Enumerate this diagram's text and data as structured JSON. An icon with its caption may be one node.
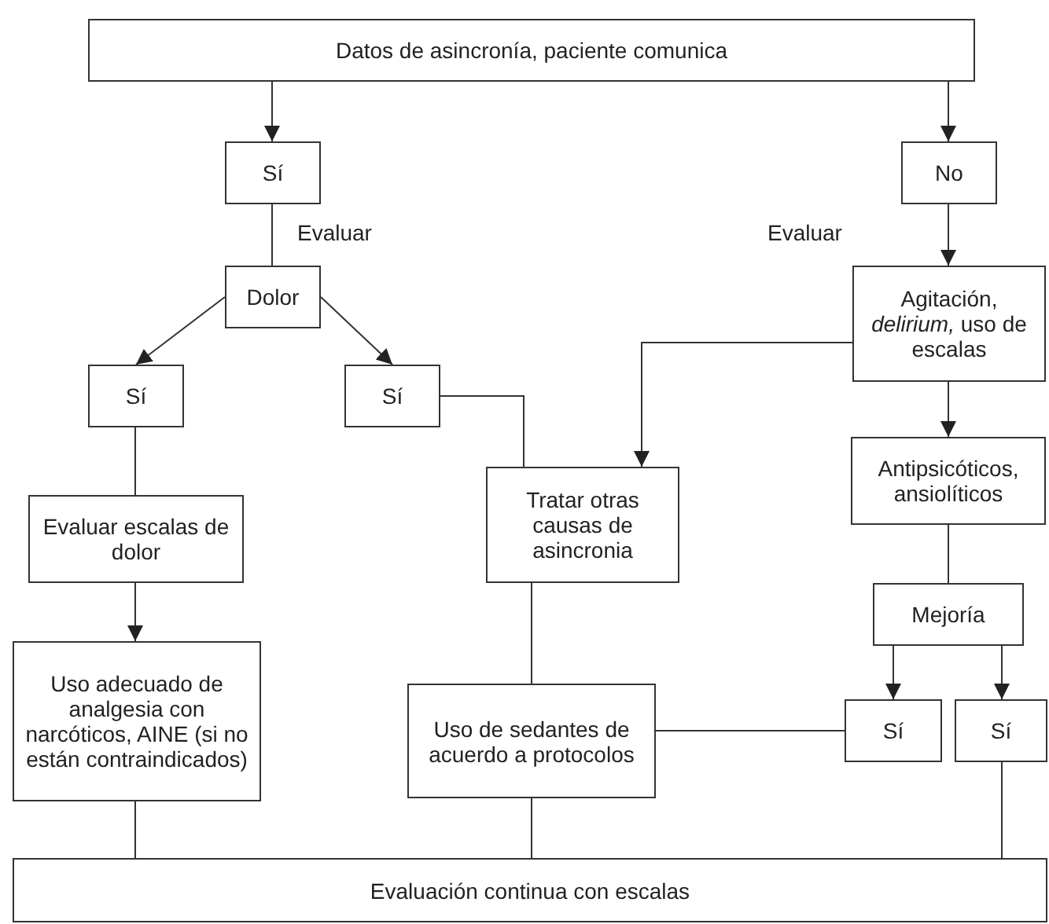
{
  "diagram": {
    "nodes": [
      {
        "text": [
          "Datos de asincronía, paciente comunica"
        ]
      },
      {
        "text": [
          "Sí"
        ]
      },
      {
        "text": [
          "No"
        ]
      },
      {
        "text": [
          "Dolor"
        ]
      },
      {
        "text": [
          "Agitación, *delirium,* uso de escalas"
        ]
      },
      {
        "text": [
          "Sí"
        ]
      },
      {
        "text": [
          "Sí"
        ]
      },
      {
        "text": [
          "Evaluar escalas de dolor"
        ]
      },
      {
        "text": [
          "Tratar otras causas de asincronia"
        ]
      },
      {
        "text": [
          "Antipsicóticos, ansiolíticos"
        ]
      },
      {
        "text": [
          "Mejoría"
        ]
      },
      {
        "text": [
          "Uso adecuado de analgesia con narcóticos, AINE (si no están contraindicados)"
        ]
      },
      {
        "text": [
          "Uso de sedantes de acuerdo a protocolos"
        ]
      },
      {
        "text": [
          "Sí"
        ]
      },
      {
        "text": [
          "Sí"
        ]
      },
      {
        "text": [
          "Evaluación continua con escalas"
        ]
      }
    ],
    "edges": [
      {
        "from": 0,
        "to": 1,
        "arrow": "to"
      },
      {
        "from": 0,
        "to": 2,
        "arrow": "to"
      },
      {
        "from": 1,
        "to": 3,
        "arrow": "none",
        "label": "Evaluar"
      },
      {
        "from": 2,
        "to": 4,
        "arrow": "to",
        "label": "Evaluar"
      },
      {
        "from": 3,
        "to": 5,
        "arrow": "to"
      },
      {
        "from": 3,
        "to": 6,
        "arrow": "to"
      },
      {
        "from": 4,
        "to": 9,
        "arrow": "to"
      },
      {
        "from": 5,
        "to": 7,
        "arrow": "none"
      },
      {
        "from": 7,
        "to": 11,
        "arrow": "to"
      },
      {
        "from": 6,
        "to": 8,
        "arrow": "none"
      },
      {
        "from": 4,
        "to": 8,
        "arrow": "to"
      },
      {
        "from": 9,
        "to": 10,
        "arrow": "none"
      },
      {
        "from": 10,
        "to": 13,
        "arrow": "to"
      },
      {
        "from": 10,
        "to": 14,
        "arrow": "to"
      },
      {
        "from": 8,
        "to": 12,
        "arrow": "none"
      },
      {
        "from": 13,
        "to": 12,
        "arrow": "none"
      },
      {
        "from": 11,
        "to": 15,
        "arrow": "none"
      },
      {
        "from": 12,
        "to": 15,
        "arrow": "none"
      },
      {
        "from": 14,
        "to": 15,
        "arrow": "none"
      }
    ]
  }
}
